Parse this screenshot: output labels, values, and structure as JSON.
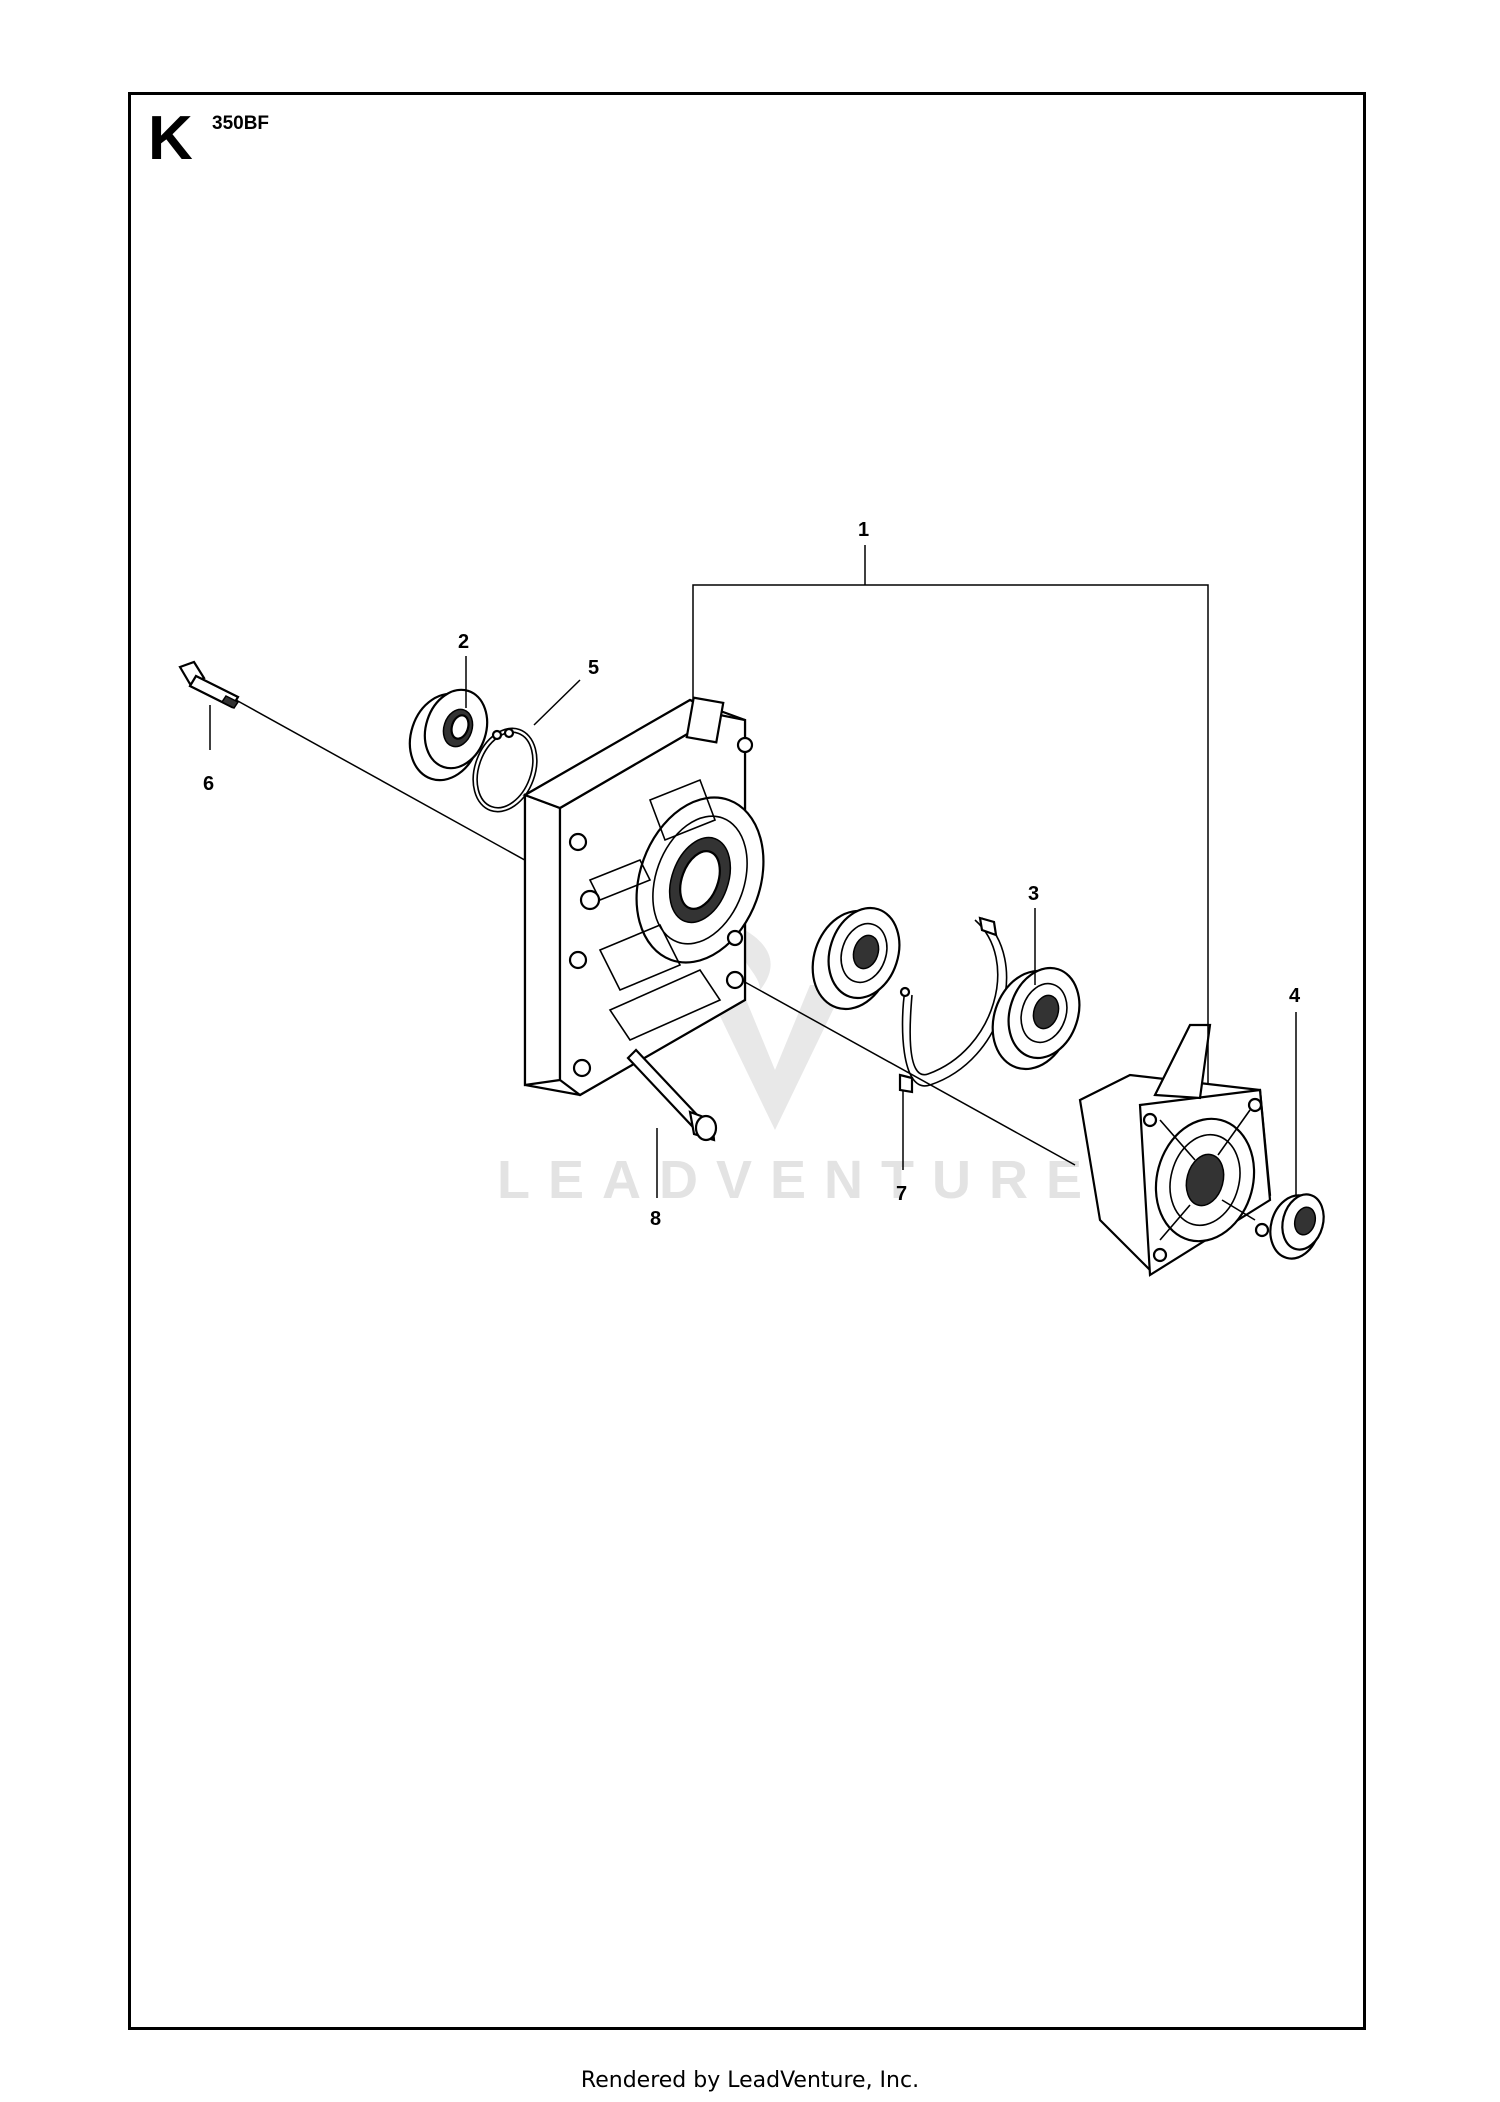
{
  "header": {
    "section_letter": "K",
    "model_code": "350BF"
  },
  "callouts": [
    "1",
    "2",
    "3",
    "4",
    "5",
    "6",
    "7",
    "8"
  ],
  "watermark": {
    "text": "LEADVENTURE"
  },
  "footer": {
    "text": "Rendered by LeadVenture, Inc."
  }
}
